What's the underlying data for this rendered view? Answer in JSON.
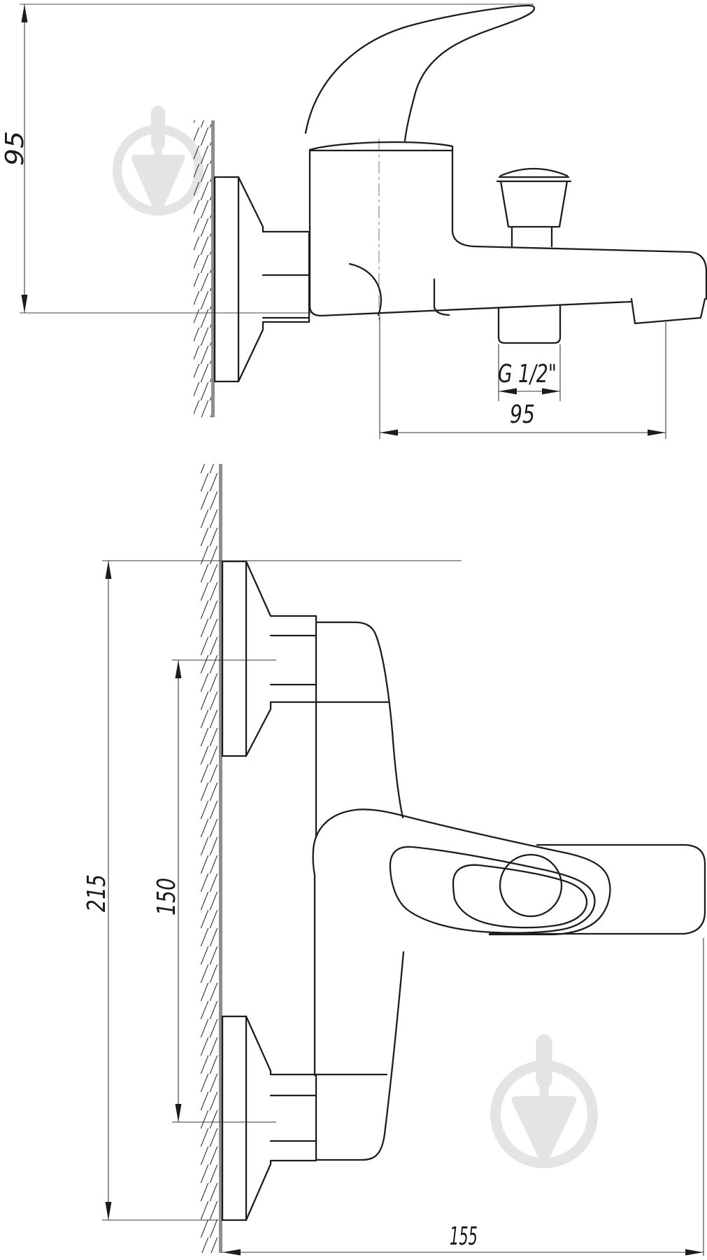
{
  "drawing": {
    "kind": "wall-mounted bath mixer faucet technical drawing, two orthographic views with dimensions",
    "views": [
      {
        "id": "side-view",
        "description": "side projection with lever handle, diverter knob, spout and wall mounting"
      },
      {
        "id": "front-view",
        "description": "front projection with two wall mounts, handle and spout"
      }
    ]
  },
  "dimensions": {
    "side_height": "95",
    "side_thread": "G 1/2\"",
    "side_reach": "95",
    "front_height": "215",
    "front_mount_spacing": "150",
    "front_reach": "155"
  },
  "colors": {
    "line": "#1d1d1d",
    "thin_line": "#4a4a4a",
    "wall": "#8e8e8e",
    "watermark": "#e4e4e4",
    "background": "#ffffff"
  },
  "icons": {
    "watermark": "trowel-in-circle-icon"
  }
}
